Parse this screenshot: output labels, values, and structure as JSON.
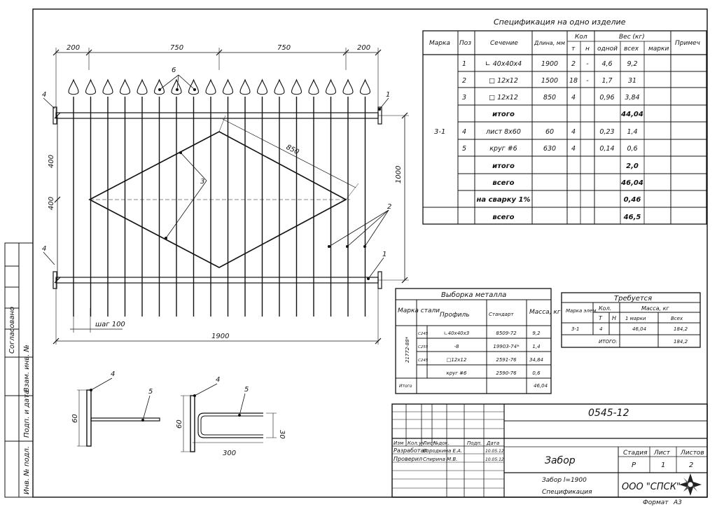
{
  "spec": {
    "title": "Спецификация на одно изделие",
    "headers": {
      "mark": "Марка",
      "pos": "Поз",
      "section": "Сечение",
      "length": "Длина, мм",
      "qty": "Кол",
      "qty_t": "т",
      "qty_n": "н",
      "weight": "Вес (кг)",
      "w_one": "одной",
      "w_all": "всех",
      "w_mark": "марки",
      "note": "Примеч"
    },
    "mark_value": "3-1",
    "rows": [
      {
        "pos": "1",
        "section": "∟ 40x40x4",
        "length": "1900",
        "t": "2",
        "n": "-",
        "one": "4,6",
        "all": "9,2",
        "mark": ""
      },
      {
        "pos": "2",
        "section": "□ 12x12",
        "length": "1500",
        "t": "18",
        "n": "-",
        "one": "1,7",
        "all": "31",
        "mark": ""
      },
      {
        "pos": "3",
        "section": "□ 12x12",
        "length": "850",
        "t": "4",
        "n": "",
        "one": "0,96",
        "all": "3,84",
        "mark": ""
      },
      {
        "pos": "",
        "section": "итого",
        "length": "",
        "t": "",
        "n": "",
        "one": "",
        "all": "44,04",
        "mark": ""
      },
      {
        "pos": "4",
        "section": "лист 8x60",
        "length": "60",
        "t": "4",
        "n": "",
        "one": "0,23",
        "all": "1,4",
        "mark": ""
      },
      {
        "pos": "5",
        "section": "круг #6",
        "length": "630",
        "t": "4",
        "n": "",
        "one": "0,14",
        "all": "0,6",
        "mark": ""
      },
      {
        "pos": "",
        "section": "итого",
        "length": "",
        "t": "",
        "n": "",
        "one": "",
        "all": "2,0",
        "mark": ""
      },
      {
        "pos": "",
        "section": "всего",
        "length": "",
        "t": "",
        "n": "",
        "one": "",
        "all": "46,04",
        "mark": ""
      },
      {
        "pos": "",
        "section": "на сварку 1%",
        "length": "",
        "t": "",
        "n": "",
        "one": "",
        "all": "0,46",
        "mark": ""
      },
      {
        "pos": "",
        "section": "всего",
        "length": "",
        "t": "",
        "n": "",
        "one": "",
        "all": "46,5",
        "mark": ""
      }
    ]
  },
  "metal": {
    "title": "Выборка металла",
    "h_mark": "Марка стали",
    "h_profile": "Профиль",
    "h_standard": "Стандарт",
    "h_mass": "Масса, кг",
    "steel": "21772-88*",
    "rows": [
      {
        "cls": "С245",
        "profile": "∟40x40x3",
        "std": "8509-72",
        "mass": "9,2"
      },
      {
        "cls": "С255",
        "profile": "-8",
        "std": "19903-74*",
        "mass": "1,4"
      },
      {
        "cls": "С245",
        "profile": "□12x12",
        "std": "2591-76",
        "mass": "34,84"
      },
      {
        "cls": "",
        "profile": "круг #6",
        "std": "2590-76",
        "mass": "0,6"
      }
    ],
    "total_label": "Итого",
    "total": "46,04"
  },
  "req": {
    "title": "Требуется",
    "h_mark": "Марка элем.",
    "h_qty": "Кол.",
    "h_t": "Т",
    "h_n": "Н",
    "h_mass": "Масса, кг",
    "h_one": "1 марки",
    "h_all": "Всех",
    "row": {
      "mark": "3-1",
      "t": "4",
      "one": "46,04",
      "all": "184,2"
    },
    "total_label": "ИТОГО:",
    "total": "184,2"
  },
  "drawing": {
    "dims": {
      "d200a": "200",
      "d750a": "750",
      "d750b": "750",
      "d200b": "200",
      "h400a": "400",
      "h400b": "400",
      "h1000": "1000",
      "diag": "850",
      "total": "1900",
      "step": "шаг 100"
    },
    "callouts": {
      "c1a": "1",
      "c1b": "1",
      "c2": "2",
      "c3": "3",
      "c4a": "4",
      "c4b": "4",
      "c6": "6"
    },
    "detail": {
      "c4a": "4",
      "c5a": "5",
      "c4b": "4",
      "c5b": "5",
      "d60a": "60",
      "d60b": "60",
      "d30": "30",
      "d300": "300"
    }
  },
  "side_stamp": {
    "agreed": "Согласовано",
    "inv_replace": "Взам. инв. №",
    "sign_date": "Подп. и дата",
    "inv_orig": "Инв. № подл."
  },
  "title_block": {
    "code": "0545-12",
    "h_change": "Изм",
    "h_qty": "Кол.уч",
    "h_sheet": "Лист",
    "h_doc": "№док.",
    "h_sign": "Подп.",
    "h_date": "Дата",
    "dev_label": "Разработал",
    "dev_name": "Бородкина Е.А.",
    "dev_date": "10.05.12",
    "chk_label": "Проверил",
    "chk_name": "Спирина М.В.",
    "chk_date": "10.05.12",
    "object": "Забор",
    "stage_h": "Стадия",
    "sheet_h": "Лист",
    "sheets_h": "Листов",
    "stage": "Р",
    "sheet": "1",
    "sheets": "2",
    "name1": "Забор l=1900",
    "name2": "Спецификация",
    "org": "ООО \"СПСК\"",
    "format_label": "Формат",
    "format": "А3"
  }
}
